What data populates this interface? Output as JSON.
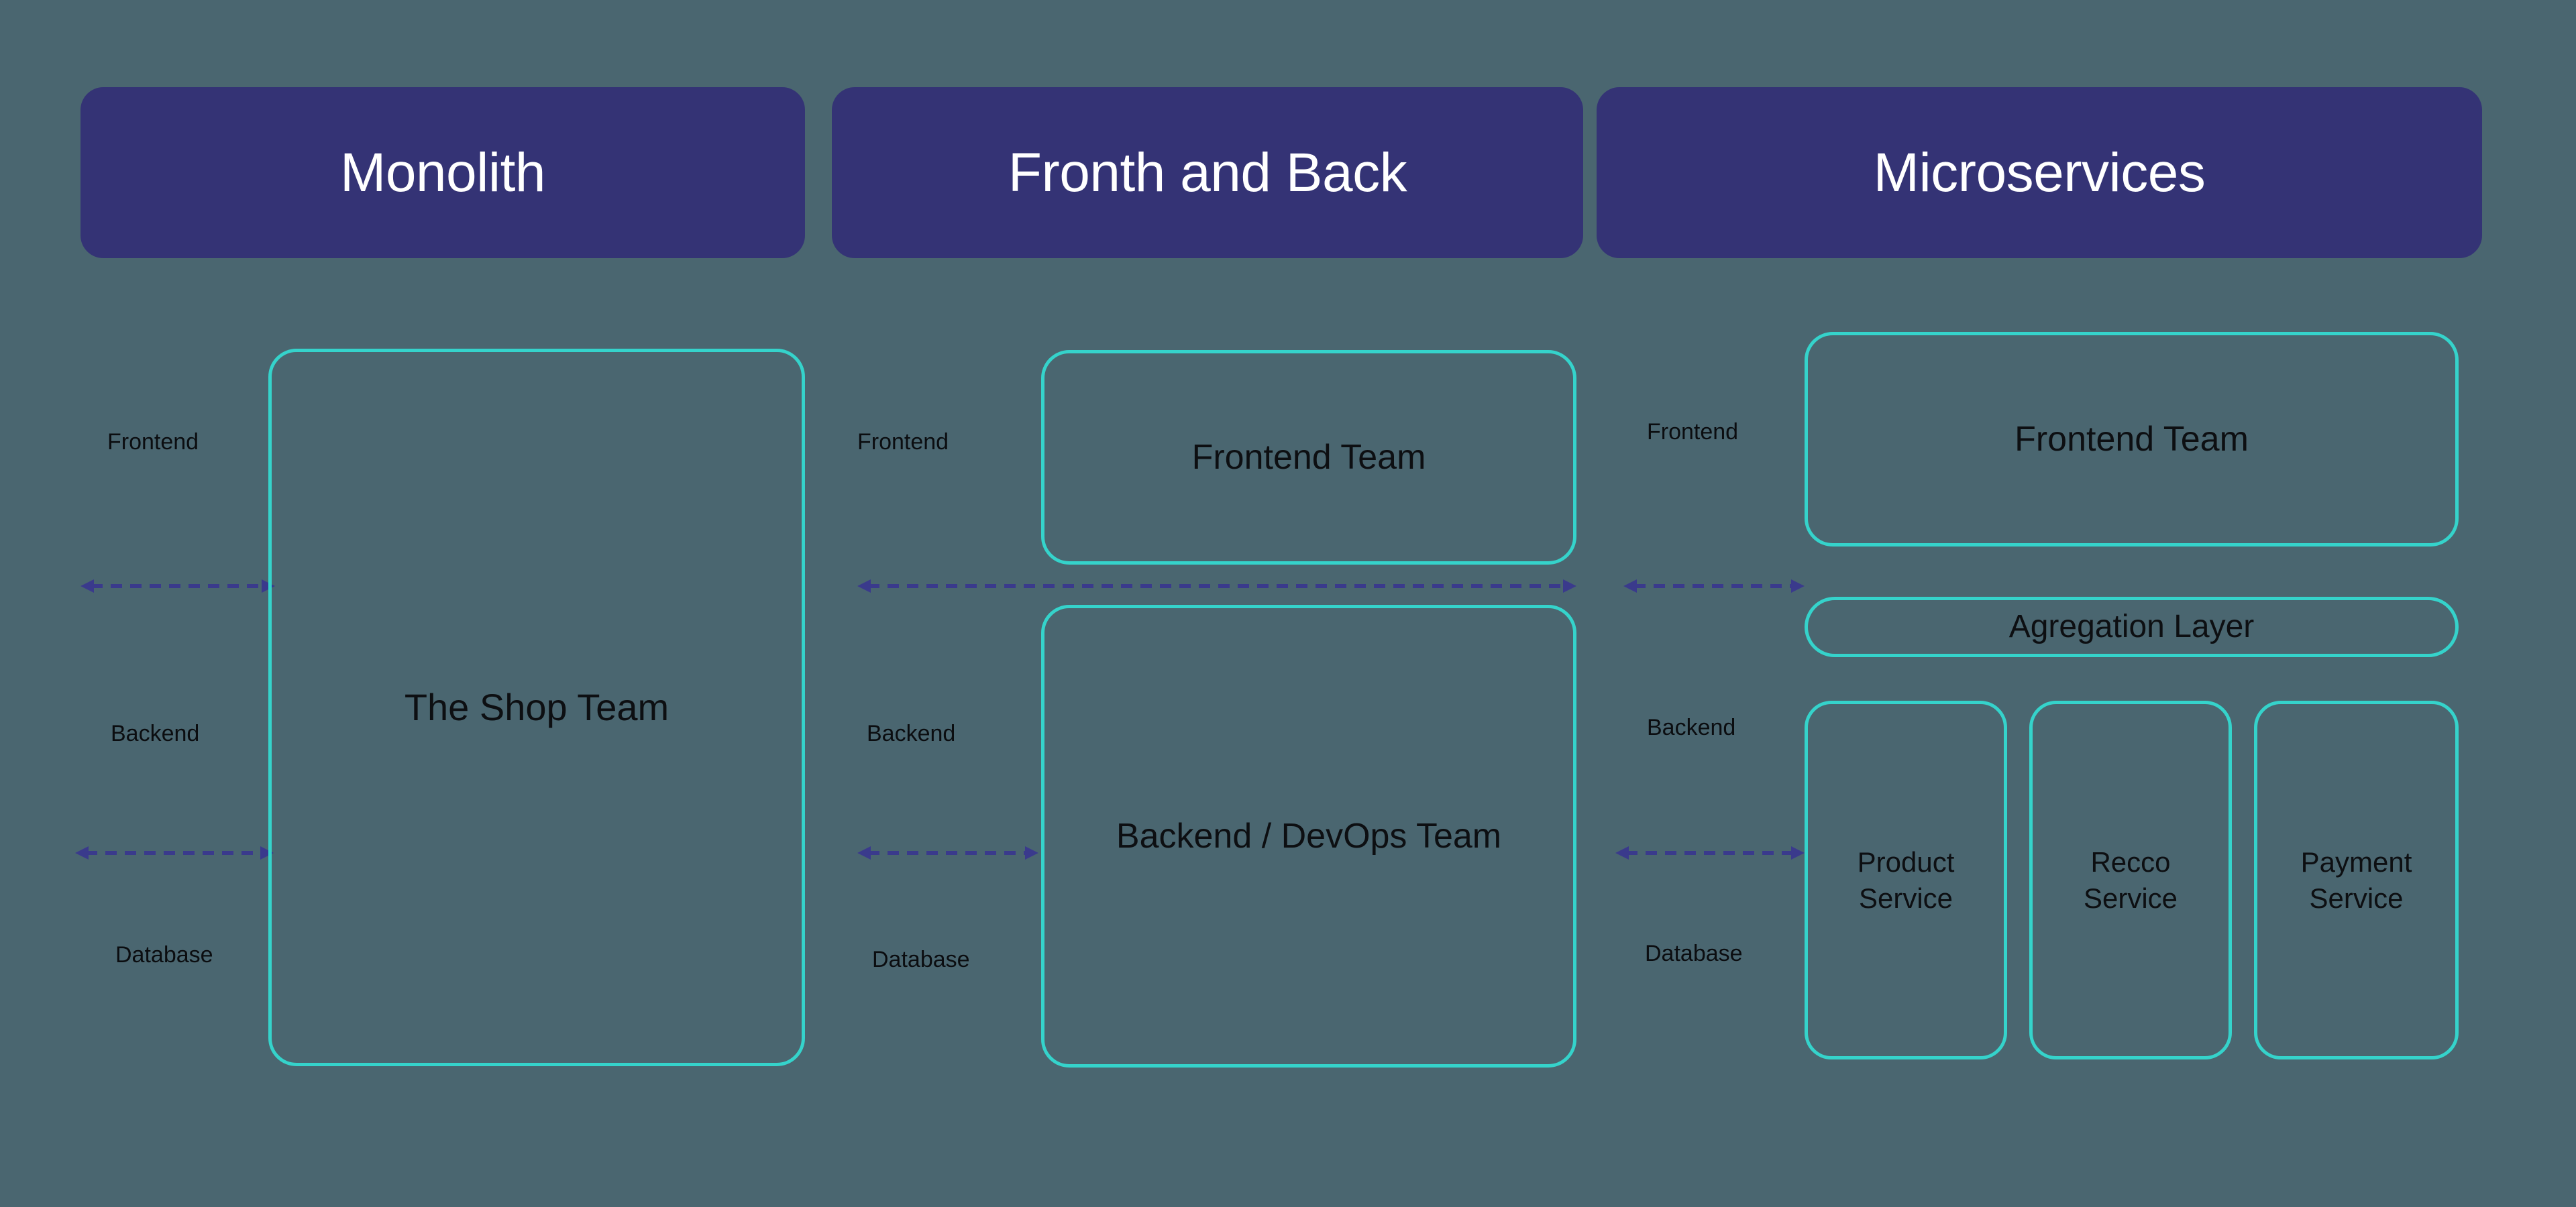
{
  "background_color": "#4a6670",
  "colors": {
    "header_fill": "#343375",
    "header_text": "#ffffff",
    "box_border": "#35d3cb",
    "box_text": "#0d0f12",
    "arrow": "#3a3a8c",
    "label_text": "#0b0d10"
  },
  "columns": [
    {
      "id": "monolith",
      "header": "Monolith",
      "row_labels": {
        "frontend": "Frontend",
        "backend": "Backend",
        "database": "Database"
      },
      "boxes": [
        {
          "id": "shop-team",
          "label": "The Shop Team"
        }
      ]
    },
    {
      "id": "front-and-back",
      "header": "Fronth and Back",
      "row_labels": {
        "frontend": "Frontend",
        "backend": "Backend",
        "database": "Database"
      },
      "boxes": [
        {
          "id": "frontend-team",
          "label": "Frontend Team"
        },
        {
          "id": "backend-devops-team",
          "label": "Backend / DevOps Team"
        }
      ]
    },
    {
      "id": "microservices",
      "header": "Microservices",
      "row_labels": {
        "frontend": "Frontend",
        "backend": "Backend",
        "database": "Database"
      },
      "boxes": [
        {
          "id": "frontend-team",
          "label": "Frontend Team"
        },
        {
          "id": "aggregation-layer",
          "label": "Agregation Layer"
        },
        {
          "id": "product-service",
          "label": "Product Service"
        },
        {
          "id": "recco-service",
          "label": "Recco Service"
        },
        {
          "id": "payment-service",
          "label": "Payment Service"
        }
      ]
    }
  ],
  "connectors": {
    "style": "dashed-double-arrow",
    "icon": "double-headed-dashed-arrow-icon",
    "count": 6
  }
}
